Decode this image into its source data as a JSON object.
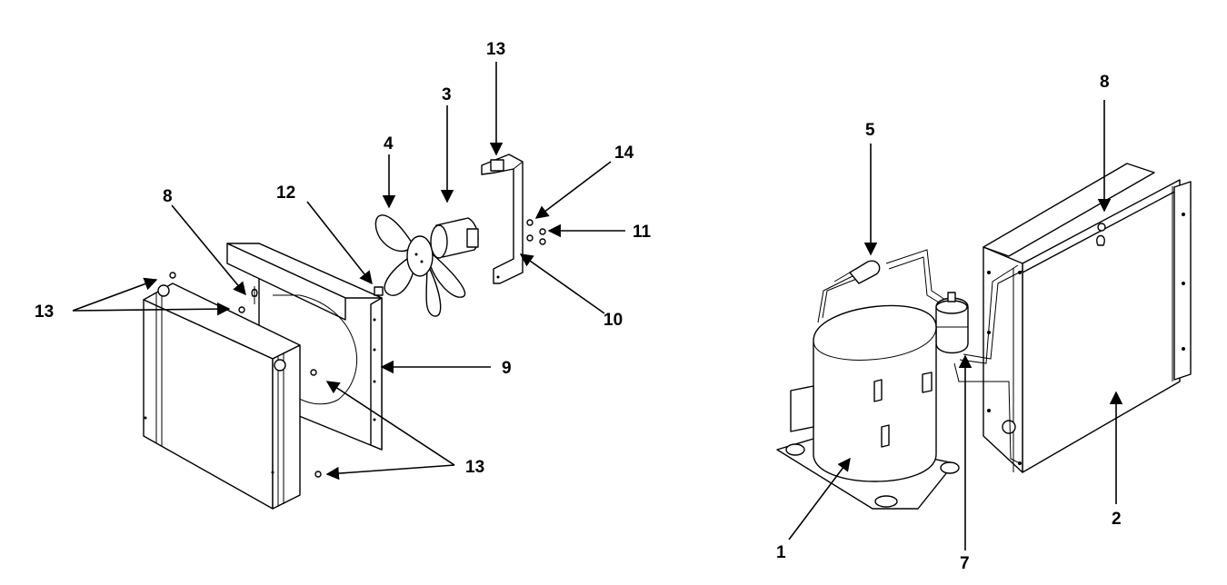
{
  "diagram": {
    "callouts": {
      "c13_top": "13",
      "c3": "3",
      "c4": "4",
      "c14": "14",
      "c8_left": "8",
      "c12": "12",
      "c11": "11",
      "c13_left": "13",
      "c10": "10",
      "c9": "9",
      "c13_bottom": "13",
      "c5": "5",
      "c8_right": "8",
      "c2": "2",
      "c1": "1",
      "c7": "7"
    }
  }
}
